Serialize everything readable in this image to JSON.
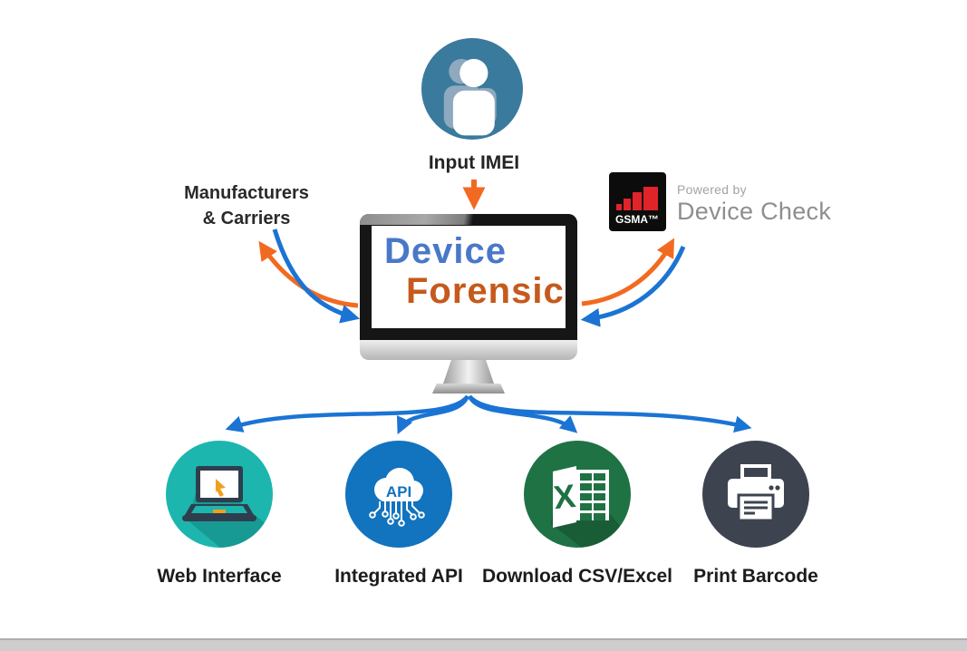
{
  "input_source": {
    "label": "Input IMEI"
  },
  "manufacturers": {
    "line1": "Manufacturers",
    "line2": "& Carriers"
  },
  "gsma_badge": {
    "logo_text": "GSMA™",
    "powered_by": "Powered by",
    "product_name": "Device Check"
  },
  "system": {
    "name_line1": "Device",
    "name_line2": "Forensic"
  },
  "outputs": [
    {
      "label": "Web Interface",
      "icon": "laptop-icon",
      "circle_color": "#1cb6ae"
    },
    {
      "label": "Integrated API",
      "icon": "api-cloud-icon",
      "circle_color": "#1273be",
      "cloud_text": "API"
    },
    {
      "label": "Download CSV/Excel",
      "icon": "excel-icon",
      "circle_color": "#1f7244",
      "sheet_letter": "X"
    },
    {
      "label": "Print Barcode",
      "icon": "printer-icon",
      "circle_color": "#3d4450"
    }
  ],
  "colors": {
    "arrow_blue": "#1b74d3",
    "arrow_orange": "#f26a21",
    "device_text_blue": "#4a78c8",
    "forensic_text_orange": "#c6591c",
    "person_circle": "#3a7a9c",
    "gsma_red": "#e1232a",
    "teal_circle": "#1cb6ae",
    "api_circle": "#1273be",
    "excel_circle": "#1f7244",
    "printer_circle": "#3d4450"
  }
}
